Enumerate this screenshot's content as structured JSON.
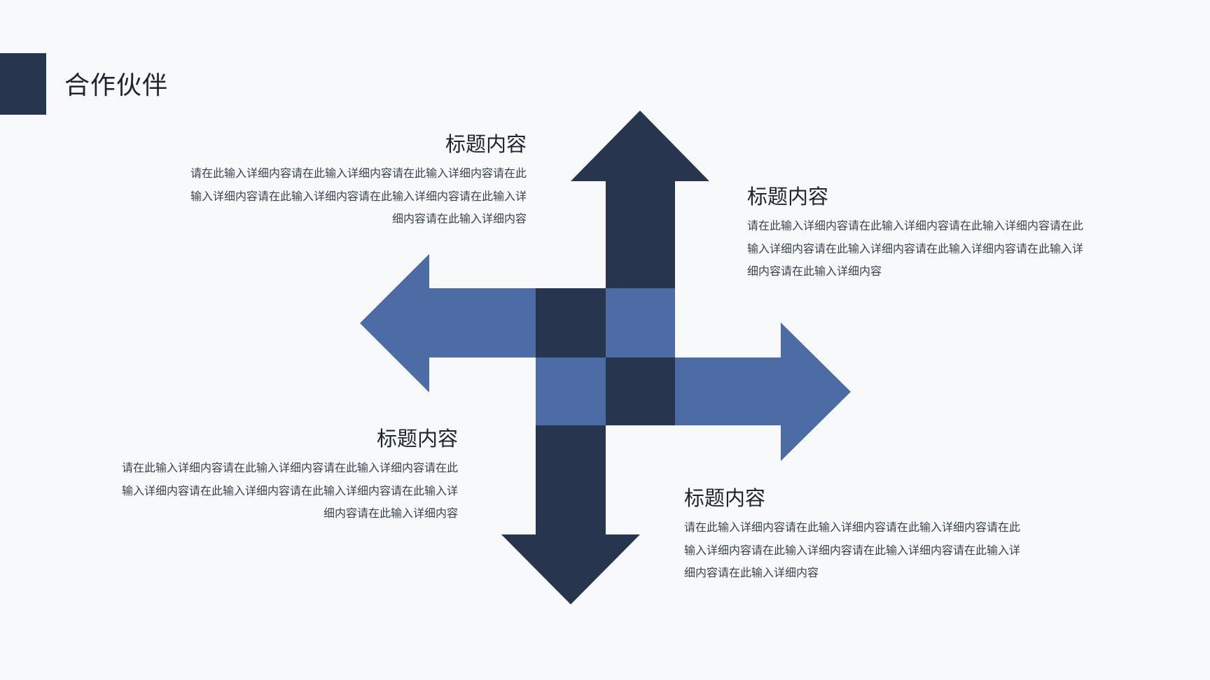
{
  "colors": {
    "dark": "#27364e",
    "accent": "#4d6ca6",
    "background": "#f7f9fb"
  },
  "page": {
    "title": "合作伙伴"
  },
  "blocks": [
    {
      "title": "标题内容",
      "body": "请在此输入详细内容请在此输入详细内容请在此输入详细内容请在此输入详细内容请在此输入详细内容请在此输入详细内容请在此输入详细内容请在此输入详细内容"
    },
    {
      "title": "标题内容",
      "body": "请在此输入详细内容请在此输入详细内容请在此输入详细内容请在此输入详细内容请在此输入详细内容请在此输入详细内容请在此输入详细内容请在此输入详细内容"
    },
    {
      "title": "标题内容",
      "body": "请在此输入详细内容请在此输入详细内容请在此输入详细内容请在此输入详细内容请在此输入详细内容请在此输入详细内容请在此输入详细内容请在此输入详细内容"
    },
    {
      "title": "标题内容",
      "body": "请在此输入详细内容请在此输入详细内容请在此输入详细内容请在此输入详细内容请在此输入详细内容请在此输入详细内容请在此输入详细内容请在此输入详细内容"
    }
  ]
}
